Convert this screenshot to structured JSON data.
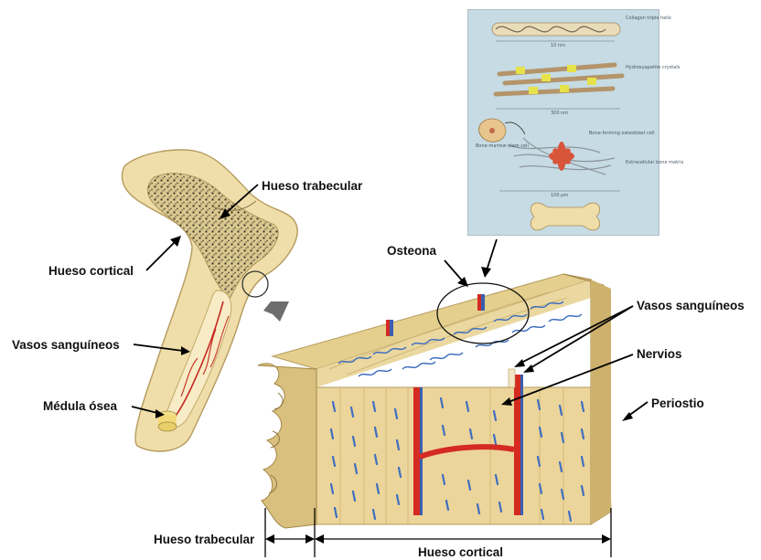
{
  "labels": {
    "trabecular_top": "Hueso trabecular",
    "cortical_left": "Hueso cortical",
    "vessels_left": "Vasos sanguíneos",
    "marrow": "Médula ósea",
    "osteon": "Osteona",
    "vessels_right": "Vasos sanguíneos",
    "nerves": "Nervios",
    "periosteum": "Periostio",
    "trabecular_bottom": "Hueso trabecular",
    "cortical_bottom": "Hueso cortical"
  },
  "inset": {
    "collagen": "Collagen triple helix",
    "collagen_dim": "10 nm",
    "hydroxyapatite": "Hydroxyapatite crystals",
    "hydroxyapatite_dim": "300 nm",
    "stem_cell": "Bone-marrow stem cell",
    "bone_forming": "Bone-forming osteoblast cell",
    "matrix": "Extracellular bone matrix",
    "matrix_dim": "100 µm"
  },
  "colors": {
    "bone": "#f0deaa",
    "bone_dark": "#d8bf78",
    "trabecular": "#e7d39a",
    "vessel_red": "#d42a22",
    "osteocyte_blue": "#3f6fc0",
    "inset_bg": "#c6dbe3"
  }
}
